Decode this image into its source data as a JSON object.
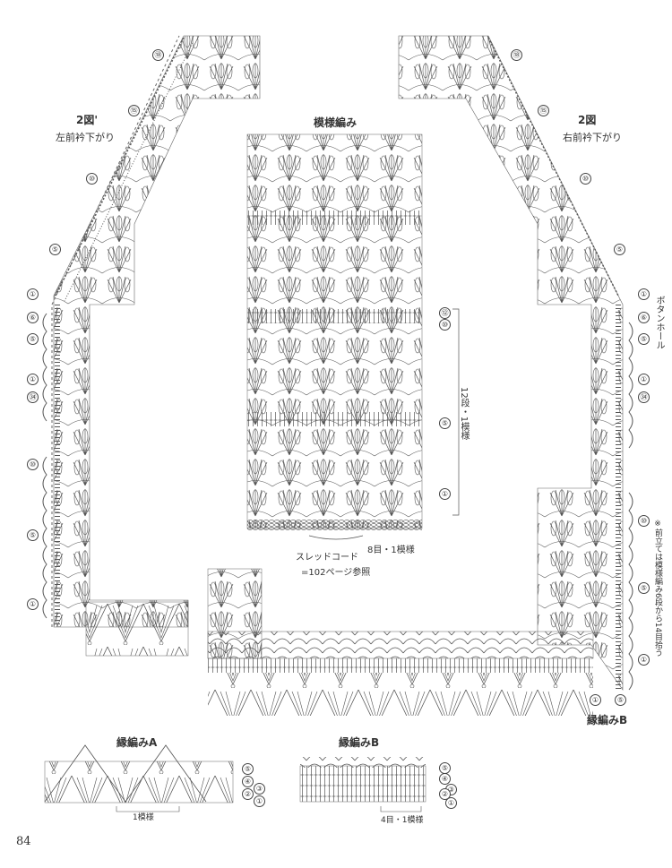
{
  "labels": {
    "left_fig": "2図'",
    "left_sub": "左前衿下がり",
    "right_fig": "2図",
    "right_sub": "右前衿下がり",
    "pattern": "模様編み",
    "repeat_rows": "12段・1模様",
    "thread_cord": "スレッドコード",
    "ref": "=102ページ参照",
    "repeat_sts": "8目・1模様",
    "edge_b_main": "縁編みB",
    "buttonhole": "ボタンホール",
    "note": "※前立ては模様編み6段から14目拾う",
    "edge_a": "縁編みA",
    "edge_a_repeat": "1模様",
    "edge_b": "縁編みB",
    "edge_b_repeat": "4目・1模様",
    "page": "84"
  },
  "row_numbers": {
    "left": [
      "⑱",
      "⑮",
      "⑩",
      "⑤",
      "①",
      "⑥",
      "⑤",
      "①",
      "㉞",
      "⑩",
      "⑤",
      "①"
    ],
    "center": [
      "⑫",
      "⑩",
      "⑤",
      "①"
    ],
    "right": [
      "⑱",
      "⑮",
      "⑩",
      "⑤",
      "①",
      "⑥",
      "⑤",
      "①",
      "㉞",
      "⑩",
      "⑤",
      "①",
      "①",
      "⑤"
    ],
    "edge_a": [
      "⑤",
      "④",
      "③",
      "②",
      "①"
    ],
    "edge_b": [
      "⑤",
      "④",
      "③",
      "②",
      "①"
    ]
  }
}
